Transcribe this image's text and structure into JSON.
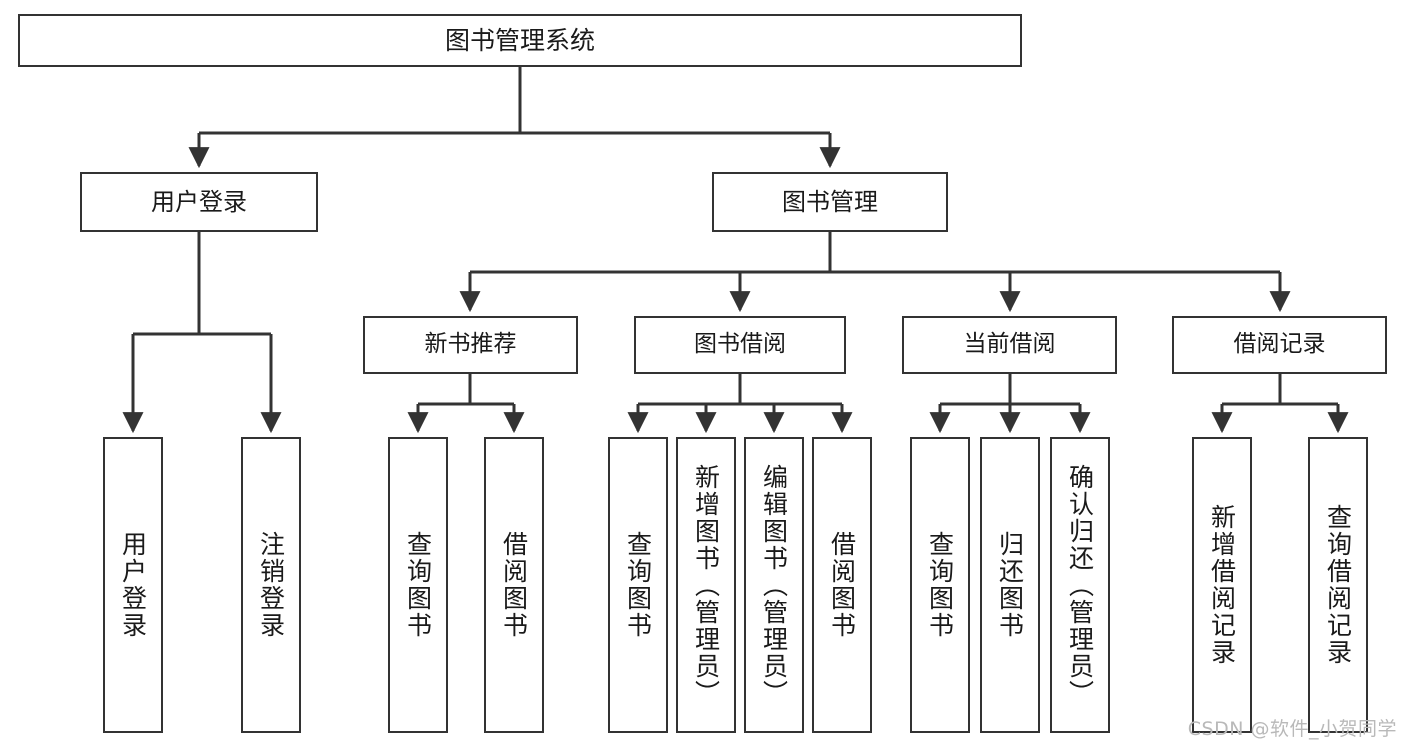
{
  "diagram": {
    "title": "图书管理系统",
    "type": "tree",
    "background_color": "#ffffff",
    "line_color": "#333333",
    "box_fill": "#ffffff",
    "text_color": "#1a1a1a",
    "nodes": {
      "root": {
        "label": "图书管理系统"
      },
      "level1": [
        {
          "id": "user-login",
          "label": "用户登录"
        },
        {
          "id": "book-manage",
          "label": "图书管理"
        }
      ],
      "level2": [
        {
          "id": "new-book-rec",
          "label": "新书推荐",
          "parent": "book-manage"
        },
        {
          "id": "book-borrow",
          "label": "图书借阅",
          "parent": "book-manage"
        },
        {
          "id": "current-borrow",
          "label": "当前借阅",
          "parent": "book-manage"
        },
        {
          "id": "borrow-record",
          "label": "借阅记录",
          "parent": "book-manage"
        }
      ],
      "leaves": [
        {
          "id": "leaf-user-login",
          "label": "用户登录",
          "parent": "user-login"
        },
        {
          "id": "leaf-logout",
          "label": "注销登录",
          "parent": "user-login"
        },
        {
          "id": "leaf-query-book-1",
          "label": "查询图书",
          "parent": "new-book-rec"
        },
        {
          "id": "leaf-borrow-book-1",
          "label": "借阅图书",
          "parent": "new-book-rec"
        },
        {
          "id": "leaf-query-book-2",
          "label": "查询图书",
          "parent": "book-borrow"
        },
        {
          "id": "leaf-add-book",
          "label": "新增图书（管理员）",
          "parent": "book-borrow"
        },
        {
          "id": "leaf-edit-book",
          "label": "编辑图书（管理员）",
          "parent": "book-borrow"
        },
        {
          "id": "leaf-borrow-book-2",
          "label": "借阅图书",
          "parent": "book-borrow"
        },
        {
          "id": "leaf-query-book-3",
          "label": "查询图书",
          "parent": "current-borrow"
        },
        {
          "id": "leaf-return-book",
          "label": "归还图书",
          "parent": "current-borrow"
        },
        {
          "id": "leaf-confirm-return",
          "label": "确认归还（管理员）",
          "parent": "current-borrow"
        },
        {
          "id": "leaf-add-record",
          "label": "新增借阅记录",
          "parent": "borrow-record"
        },
        {
          "id": "leaf-query-record",
          "label": "查询借阅记录",
          "parent": "borrow-record"
        }
      ]
    }
  },
  "watermark": {
    "text": "CSDN @软件_小贺同学"
  }
}
